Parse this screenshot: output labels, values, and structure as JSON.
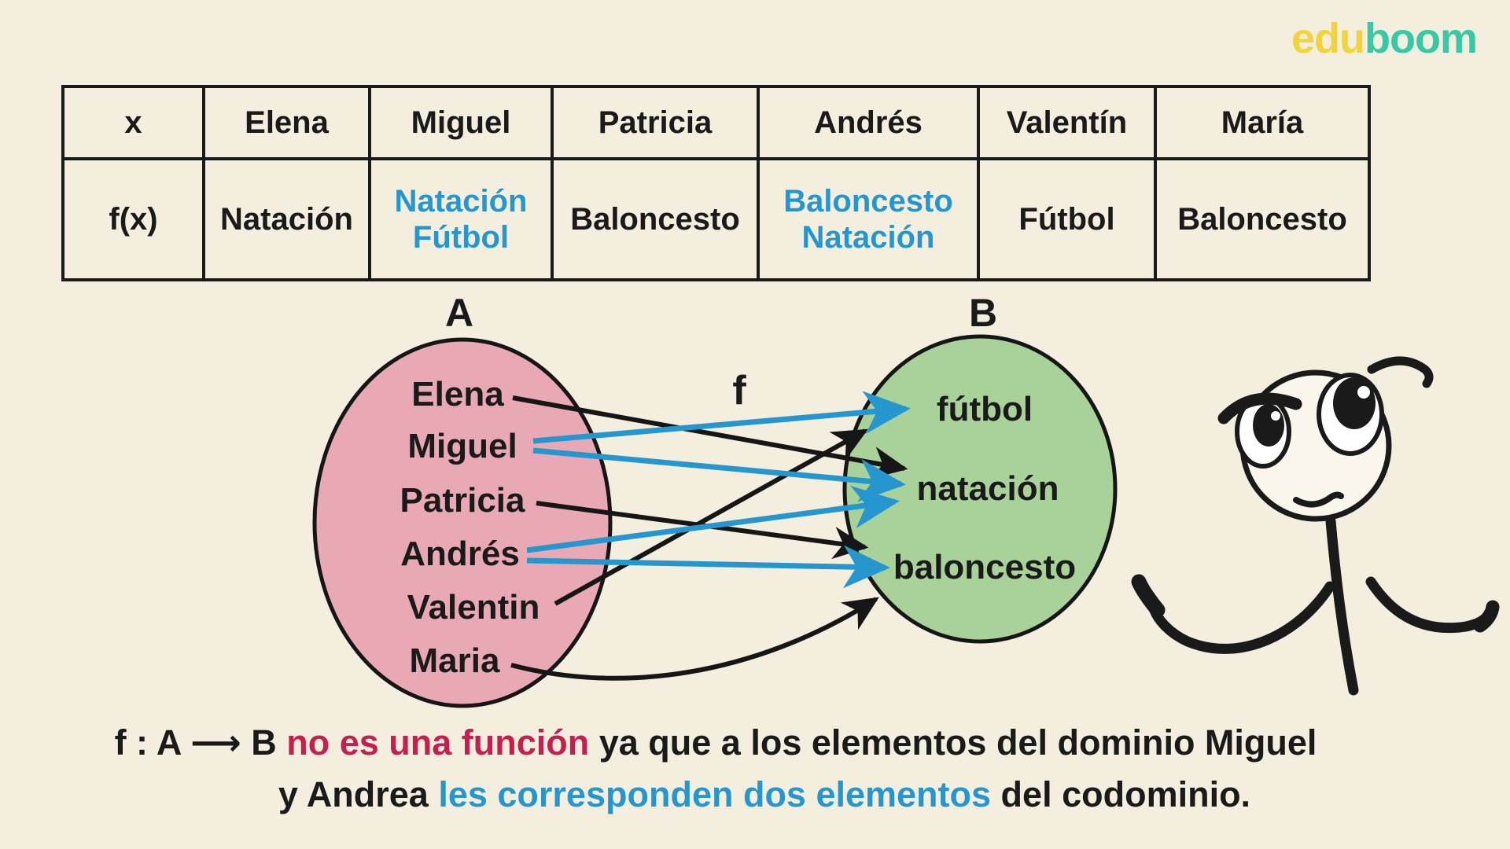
{
  "logo": {
    "part1": "edu",
    "part2": "boom"
  },
  "colors": {
    "background": "#F4EEDF",
    "accent_blue": "#2697CE",
    "accent_red": "#C51F4F",
    "set_a_pink": "#E9A9B4",
    "set_b_green": "#A9D29A",
    "header_pink": "#E8A3AF",
    "header_green": "#A7D49C",
    "logo_yellow": "#F2D438",
    "logo_teal": "#35C9A6"
  },
  "table": {
    "header_label": "x",
    "row_label": "f(x)",
    "columns": [
      "Elena",
      "Miguel",
      "Patricia",
      "Andrés",
      "Valentín",
      "María"
    ],
    "values": [
      {
        "lines": [
          "Natación"
        ],
        "highlighted": false
      },
      {
        "lines": [
          "Natación",
          "Fútbol"
        ],
        "highlighted": true
      },
      {
        "lines": [
          "Baloncesto"
        ],
        "highlighted": false
      },
      {
        "lines": [
          "Baloncesto",
          "Natación"
        ],
        "highlighted": true
      },
      {
        "lines": [
          "Fútbol"
        ],
        "highlighted": false
      },
      {
        "lines": [
          "Baloncesto"
        ],
        "highlighted": false
      }
    ]
  },
  "diagram": {
    "function_label": "f",
    "set_a": {
      "label": "A",
      "items": [
        "Elena",
        "Miguel",
        "Patricia",
        "Andrés",
        "Valentin",
        "Maria"
      ]
    },
    "set_b": {
      "label": "B",
      "items": [
        "fútbol",
        "natación",
        "baloncesto"
      ]
    },
    "mappings": [
      {
        "from": "Elena",
        "to": "natación",
        "color": "black"
      },
      {
        "from": "Miguel",
        "to": "fútbol",
        "color": "blue"
      },
      {
        "from": "Miguel",
        "to": "natación",
        "color": "blue"
      },
      {
        "from": "Patricia",
        "to": "baloncesto",
        "color": "black"
      },
      {
        "from": "Andrés",
        "to": "natación",
        "color": "blue"
      },
      {
        "from": "Andrés",
        "to": "baloncesto",
        "color": "blue"
      },
      {
        "from": "Valentin",
        "to": "fútbol",
        "color": "black"
      },
      {
        "from": "Maria",
        "to": "baloncesto",
        "color": "black"
      }
    ]
  },
  "caption": {
    "line1_prefix": "f : A ⟶ B ",
    "line1_highlight": "no es una función",
    "line1_suffix": " ya que a los elementos del dominio Miguel",
    "line2_prefix": "y Andrea ",
    "line2_highlight": "les corresponden dos elementos",
    "line2_suffix": " del codominio."
  }
}
